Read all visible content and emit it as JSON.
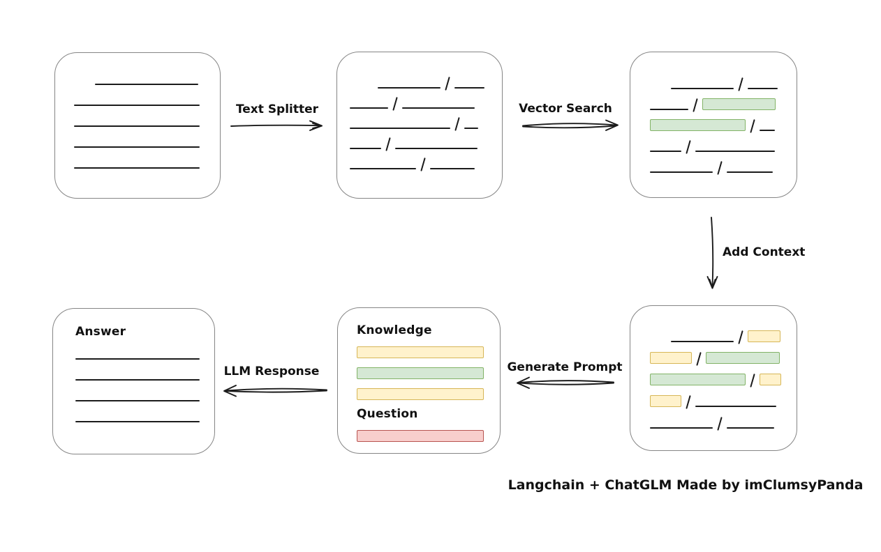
{
  "labels": {
    "text_splitter": "Text Splitter",
    "vector_search": "Vector Search",
    "add_context": "Add Context",
    "generate_prompt": "Generate Prompt",
    "llm_response": "LLM Response",
    "footer": "Langchain + ChatGLM Made by imClumsyPanda"
  },
  "colors": {
    "ink": "#1b1b1b",
    "box_stroke": "#858585",
    "green_fill": "#d5e8d4",
    "green_stroke": "#82b366",
    "yellow_fill": "#fff2cc",
    "yellow_stroke": "#d6b656",
    "red_fill": "#f8cecc",
    "red_stroke": "#b85450"
  },
  "nodes": {
    "source_document": {
      "rows": [
        {
          "items": [
            {
              "t": "space",
              "w": 30
            },
            {
              "t": "line",
              "w": 148
            }
          ]
        },
        {
          "items": [
            {
              "t": "line",
              "w": 180
            }
          ]
        },
        {
          "items": [
            {
              "t": "line",
              "w": 180
            }
          ]
        },
        {
          "items": [
            {
              "t": "line",
              "w": 180
            }
          ]
        },
        {
          "items": [
            {
              "t": "line",
              "w": 180
            }
          ]
        }
      ]
    },
    "split_chunks": {
      "rows": [
        {
          "items": [
            {
              "t": "space",
              "w": 40
            },
            {
              "t": "line",
              "w": 90
            },
            {
              "t": "slash"
            },
            {
              "t": "line",
              "w": 43
            }
          ]
        },
        {
          "items": [
            {
              "t": "line",
              "w": 55
            },
            {
              "t": "slash"
            },
            {
              "t": "line",
              "w": 104
            }
          ]
        },
        {
          "items": [
            {
              "t": "line",
              "w": 144
            },
            {
              "t": "slash"
            },
            {
              "t": "line",
              "w": 20
            }
          ]
        },
        {
          "items": [
            {
              "t": "line",
              "w": 45
            },
            {
              "t": "slash"
            },
            {
              "t": "line",
              "w": 118
            }
          ]
        },
        {
          "items": [
            {
              "t": "line",
              "w": 95
            },
            {
              "t": "slash"
            },
            {
              "t": "line",
              "w": 64
            }
          ]
        }
      ]
    },
    "vector_matches": {
      "rows": [
        {
          "items": [
            {
              "t": "space",
              "w": 30
            },
            {
              "t": "line",
              "w": 90
            },
            {
              "t": "slash"
            },
            {
              "t": "line",
              "w": 43
            }
          ]
        },
        {
          "items": [
            {
              "t": "line",
              "w": 55
            },
            {
              "t": "slash"
            },
            {
              "t": "green",
              "w": 103
            }
          ]
        },
        {
          "items": [
            {
              "t": "green",
              "w": 135
            },
            {
              "t": "slash"
            },
            {
              "t": "line",
              "w": 22
            }
          ]
        },
        {
          "items": [
            {
              "t": "line",
              "w": 45
            },
            {
              "t": "slash"
            },
            {
              "t": "line",
              "w": 114
            }
          ]
        },
        {
          "items": [
            {
              "t": "line",
              "w": 90
            },
            {
              "t": "slash"
            },
            {
              "t": "line",
              "w": 66
            }
          ]
        }
      ]
    },
    "context_chunks": {
      "rows": [
        {
          "items": [
            {
              "t": "space",
              "w": 30
            },
            {
              "t": "line",
              "w": 90
            },
            {
              "t": "slash"
            },
            {
              "t": "yellow",
              "w": 45
            }
          ]
        },
        {
          "items": [
            {
              "t": "yellow",
              "w": 58
            },
            {
              "t": "slash"
            },
            {
              "t": "green",
              "w": 104
            }
          ]
        },
        {
          "items": [
            {
              "t": "green",
              "w": 135
            },
            {
              "t": "slash"
            },
            {
              "t": "yellow",
              "w": 29
            }
          ]
        },
        {
          "items": [
            {
              "t": "yellow",
              "w": 43
            },
            {
              "t": "slash"
            },
            {
              "t": "line",
              "w": 116
            }
          ]
        },
        {
          "items": [
            {
              "t": "line",
              "w": 90
            },
            {
              "t": "slash"
            },
            {
              "t": "line",
              "w": 68
            }
          ]
        }
      ]
    },
    "prompt": {
      "rows": [
        {
          "label": "Knowledge",
          "name": "knowledge-label"
        },
        {
          "items": [
            {
              "t": "yellow",
              "w": 180
            }
          ]
        },
        {
          "items": [
            {
              "t": "green",
              "w": 180
            }
          ]
        },
        {
          "items": [
            {
              "t": "yellow",
              "w": 180
            }
          ]
        },
        {
          "label": "Question",
          "name": "question-label"
        },
        {
          "items": [
            {
              "t": "red",
              "w": 180
            }
          ]
        }
      ]
    },
    "answer": {
      "rows": [
        {
          "label": "Answer",
          "name": "answer-label"
        },
        {
          "items": [
            {
              "t": "line",
              "w": 178
            }
          ]
        },
        {
          "items": [
            {
              "t": "line",
              "w": 178
            }
          ]
        },
        {
          "items": [
            {
              "t": "line",
              "w": 178
            }
          ]
        },
        {
          "items": [
            {
              "t": "line",
              "w": 178
            }
          ]
        }
      ]
    }
  }
}
